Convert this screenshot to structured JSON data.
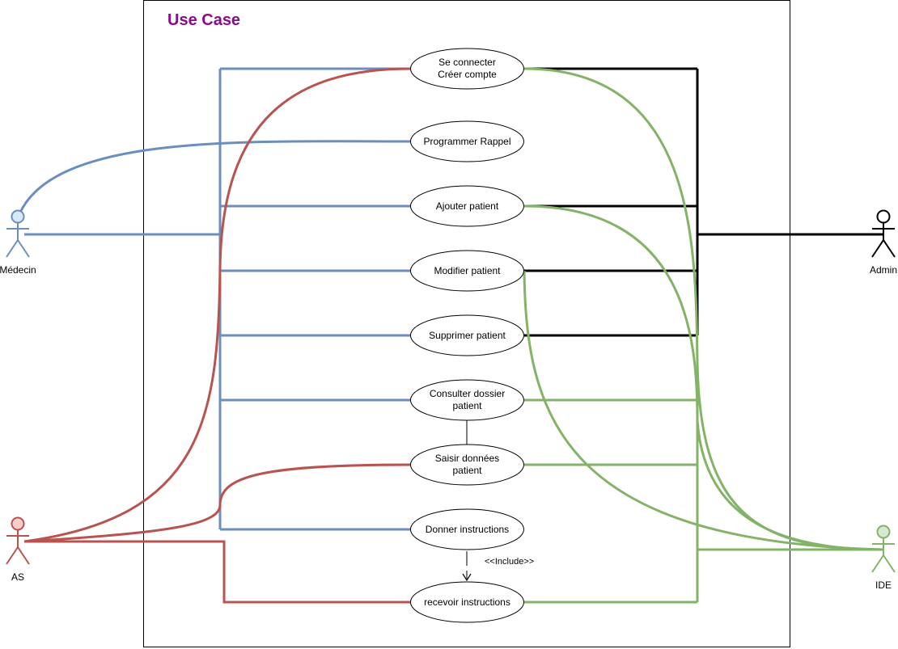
{
  "title": "Use Case",
  "colors": {
    "title": "#8b0a8b",
    "medecin": "#6c8ebf",
    "medecin_fill": "#dae8fc",
    "as": "#b85450",
    "as_fill": "#f8cecc",
    "ide": "#82b366",
    "ide_fill": "#d5e8d4",
    "admin": "#000000"
  },
  "actors": {
    "medecin": "Médecin",
    "admin": "Admin",
    "as": "AS",
    "ide": "IDE"
  },
  "use_cases": {
    "connect_line1": "Se connecter",
    "connect_line2": "Créer compte",
    "rappel": "Programmer Rappel",
    "ajouter": "Ajouter patient",
    "modifier": "Modifier patient",
    "supprimer": "Supprimer patient",
    "consulter_line1": "Consulter dossier",
    "consulter_line2": "patient",
    "saisir_line1": "Saisir données",
    "saisir_line2": "patient",
    "donner": "Donner instructions",
    "recevoir": "recevoir instructions"
  },
  "include_label": "<<Include>>"
}
